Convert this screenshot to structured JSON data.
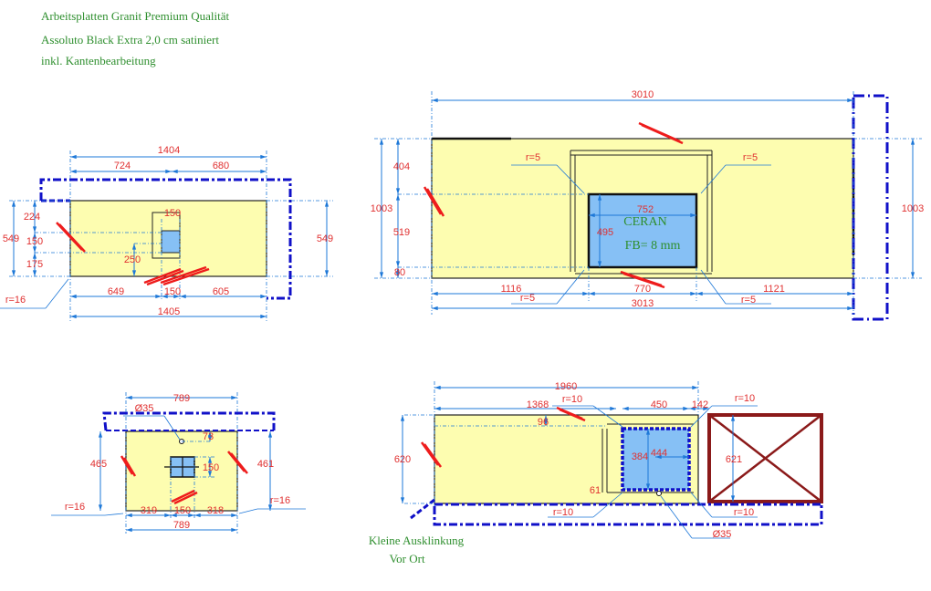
{
  "title_block": {
    "line1": "Arbeitsplatten Granit Premium Qualität",
    "line2": "Assoluto Black Extra 2,0 cm satiniert",
    "line3": "inkl. Kantenbearbeitung"
  },
  "colors": {
    "slab": "#fdfdb0",
    "cutout": "#86c0f5",
    "dim": "#1e78d8",
    "edge": "#1010c8",
    "text": "#e03030",
    "hatch": "#ee1c1c",
    "blocked": "#8b1a1a"
  },
  "drawing1": {
    "width_top": "1404",
    "seg_top": [
      "724",
      "680"
    ],
    "seg_bottom": [
      "649",
      "150",
      "605"
    ],
    "width_bottom": "1405",
    "height_left": "549",
    "heights": [
      "224",
      "150",
      "175"
    ],
    "height_right": "549",
    "cutout_width": "150",
    "cutout_offset": "250",
    "radius": "r=16"
  },
  "drawing2": {
    "width_top": "3010",
    "width_bottom": "3013",
    "segs": [
      "1116",
      "770",
      "1121"
    ],
    "height_left": "1003",
    "heights": [
      "404",
      "519",
      "80"
    ],
    "height_right": "1003",
    "hob_width": "752",
    "hob_height": "495",
    "hob_label": "CERAN",
    "hob_note": "FB= 8 mm",
    "radius": "r=5"
  },
  "drawing3": {
    "width_top": "789",
    "diameter": "Ø35",
    "offset": "73",
    "cutout": "150",
    "height_left": "465",
    "height_right": "461",
    "segs": [
      "319",
      "150",
      "318"
    ],
    "width_bottom": "789",
    "radius": "r=16"
  },
  "drawing4": {
    "width_top": "1960",
    "seg_top": [
      "1368",
      "450",
      "142"
    ],
    "height_left": "620",
    "height_right": "621",
    "offset_top": "96",
    "sink_height": "384",
    "sink_width": "444",
    "offset_bottom": "61",
    "radius": "r=10",
    "diameter": "Ø35",
    "note": [
      "Kleine Ausklinkung",
      "Vor Ort"
    ]
  }
}
